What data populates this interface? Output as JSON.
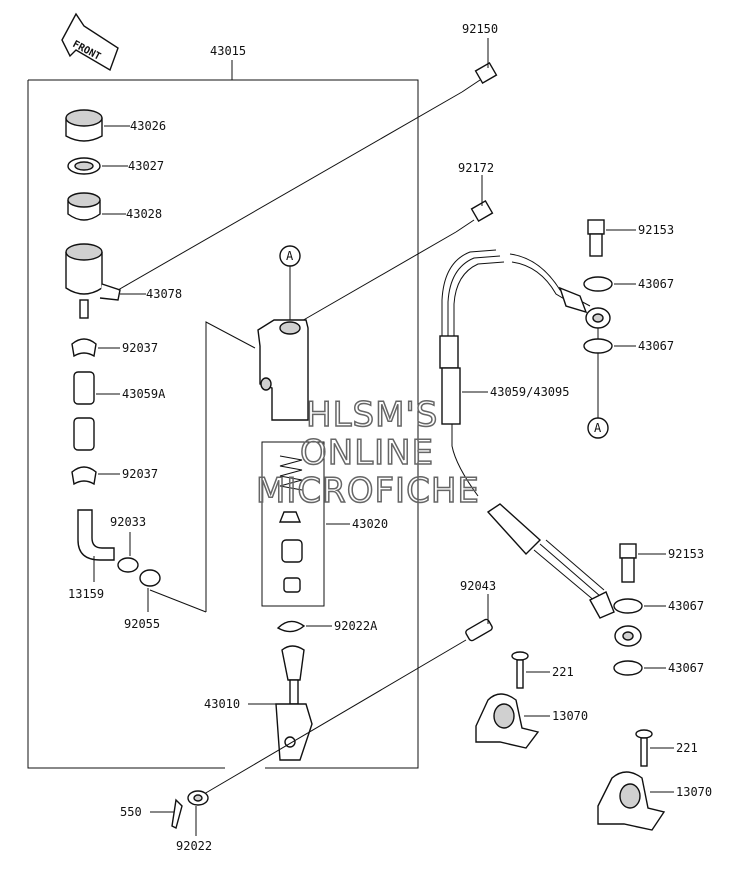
{
  "front_label": "FRONT",
  "watermark": [
    "HLSM'S",
    "ONLINE",
    "MICROFICHE"
  ],
  "callout_a": "A",
  "parts": {
    "p43015": "43015",
    "p92150": "92150",
    "p43026": "43026",
    "p43027": "43027",
    "p43028": "43028",
    "p43078": "43078",
    "p92037a": "92037",
    "p43059a": "43059A",
    "p92037b": "92037",
    "p92033": "92033",
    "p13159": "13159",
    "p92055": "92055",
    "p92172": "92172",
    "p92153a": "92153",
    "p43067a": "43067",
    "p43067b": "43067",
    "p43059": "43059/43095",
    "p43020": "43020",
    "p92022a": "92022A",
    "p92153b": "92153",
    "p43067c": "43067",
    "p43067d": "43067",
    "p92043": "92043",
    "p221a": "221",
    "p13070a": "13070",
    "p43010": "43010",
    "p221b": "221",
    "p13070b": "13070",
    "p550": "550",
    "p92022": "92022"
  }
}
